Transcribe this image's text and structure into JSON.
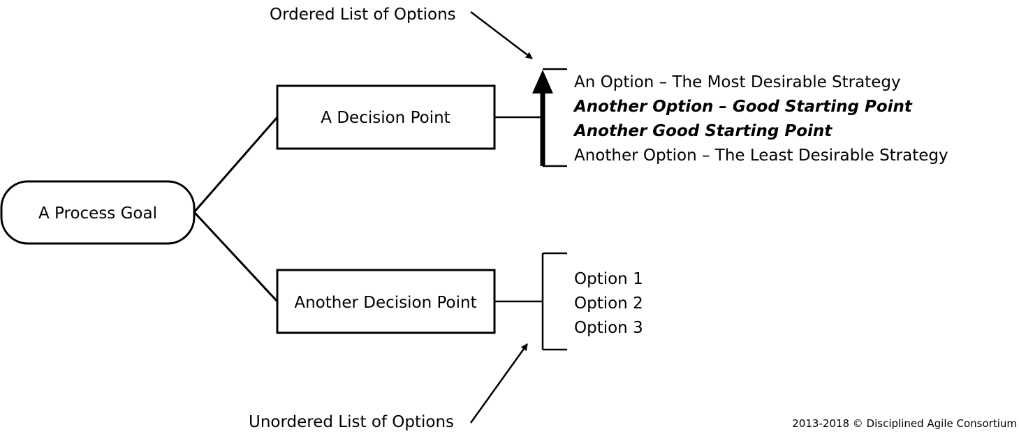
{
  "process_goal": {
    "label": "A Process Goal"
  },
  "decision_points": [
    {
      "label": "A Decision Point"
    },
    {
      "label": "Another Decision Point"
    }
  ],
  "ordered_list": {
    "annotation": "Ordered List of Options",
    "options": [
      {
        "text": "An Option – The Most Desirable Strategy",
        "bold": false
      },
      {
        "text": "Another Option – Good Starting Point",
        "bold": true
      },
      {
        "text": "Another Good Starting Point",
        "bold": true
      },
      {
        "text": "Another Option – The Least Desirable Strategy",
        "bold": false
      }
    ]
  },
  "unordered_list": {
    "annotation": "Unordered List of Options",
    "options": [
      {
        "text": "Option 1"
      },
      {
        "text": "Option 2"
      },
      {
        "text": "Option 3"
      }
    ]
  },
  "copyright": "2013-2018 © Disciplined Agile Consortium",
  "colors": {
    "stroke": "#000000",
    "background": "#ffffff",
    "text": "#000000"
  }
}
